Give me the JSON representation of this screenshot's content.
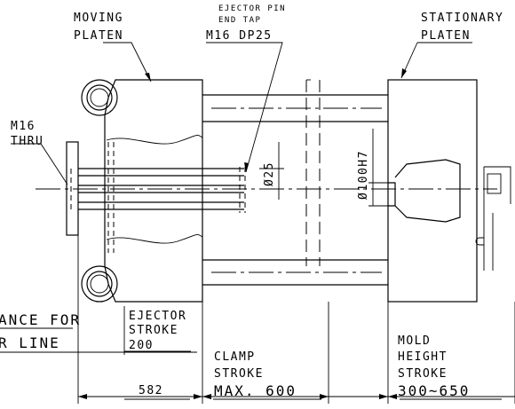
{
  "labels": {
    "moving_platen_1": "MOVING",
    "moving_platen_2": "PLATEN",
    "ejector_pin_1": "EJECTOR PIN",
    "ejector_pin_2": "END TAP",
    "ejector_pin_3": "M16 DP25",
    "stationary_platen_1": "STATIONARY",
    "stationary_platen_2": "PLATEN",
    "m16_thru_1": "M16",
    "m16_thru_2": "THRU",
    "dia_25": "Ø25",
    "dia_100h7": "Ø100H7",
    "clearance_1": "ANCE FOR",
    "clearance_2": "R LINE",
    "ejector_stroke_1": "EJECTOR",
    "ejector_stroke_2": "STROKE",
    "ejector_stroke_value": "200",
    "clamp_stroke_1": "CLAMP",
    "clamp_stroke_2": "STROKE",
    "clamp_stroke_value": "MAX. 600",
    "mold_height_1": "MOLD",
    "mold_height_2": "HEIGHT",
    "mold_height_3": "STROKE",
    "mold_height_value": "300~650",
    "dim_582": "582"
  }
}
